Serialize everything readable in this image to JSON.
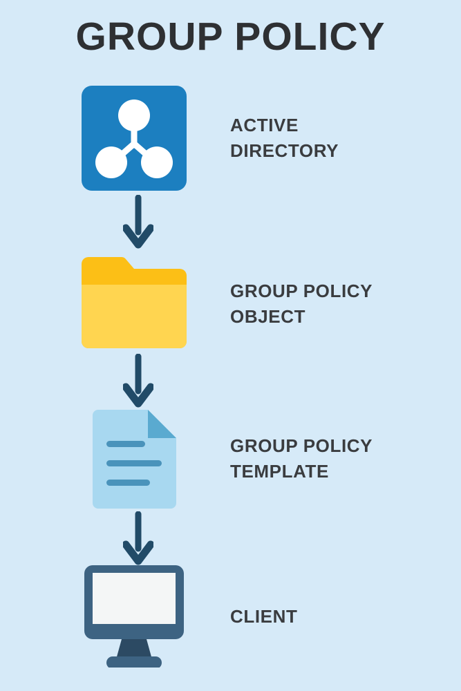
{
  "page": {
    "title": "GROUP POLICY",
    "background_color": "#d6eaf8",
    "text_color": "#3a3c3f"
  },
  "flow": {
    "steps": [
      {
        "id": "active-directory",
        "icon": "active-directory-icon",
        "label_line1": "ACTIVE",
        "label_line2": "DIRECTORY",
        "icon_color": "#1c7fc0",
        "icon_detail_color": "#ffffff"
      },
      {
        "id": "group-policy-object",
        "icon": "folder-icon",
        "label_line1": "GROUP POLICY",
        "label_line2": "OBJECT",
        "icon_color": "#ffd24d",
        "icon_detail_color": "#fcbf16"
      },
      {
        "id": "group-policy-template",
        "icon": "document-icon",
        "label_line1": "GROUP POLICY",
        "label_line2": "TEMPLATE",
        "icon_color": "#a8d8f0",
        "icon_detail_color": "#4a93bb"
      },
      {
        "id": "client",
        "icon": "monitor-icon",
        "label_line1": "CLIENT",
        "label_line2": "",
        "icon_color": "#3d6382",
        "icon_detail_color": "#f4f6f6"
      }
    ],
    "connectors": [
      {
        "id": "arrow-ad-to-gpo",
        "direction": "down",
        "color": "#214b68"
      },
      {
        "id": "arrow-gpo-to-gpt",
        "direction": "down",
        "color": "#214b68"
      },
      {
        "id": "arrow-gpt-to-client",
        "direction": "down",
        "color": "#214b68"
      }
    ]
  }
}
